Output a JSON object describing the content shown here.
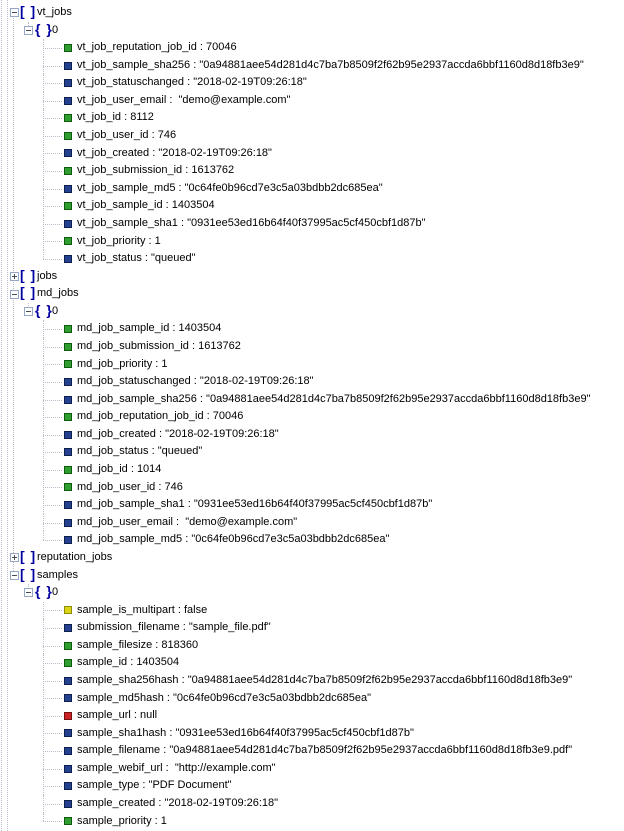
{
  "ui": {
    "separator": " : "
  },
  "icons": {
    "array": "[ ]",
    "object": "{ }"
  },
  "colors": {
    "number_square": "#2e9e2e",
    "string_square": "#24418f",
    "boolean_square": "#d9d414",
    "null_square": "#cc2424",
    "bracket": "#0000a0",
    "guide_line": "#b9bfca"
  },
  "tree": [
    {
      "kind": "array",
      "label": "vt_jobs",
      "expanded": true,
      "children": [
        {
          "kind": "object",
          "label": "0",
          "expanded": true,
          "children": [
            {
              "type": "number",
              "key": "vt_job_reputation_job_id",
              "display": "70046"
            },
            {
              "type": "string",
              "key": "vt_job_sample_sha256",
              "display": "\"0a94881aee54d281d4c7ba7b8509f2f62b95e2937accda6bbf1160d8d18fb3e9\""
            },
            {
              "type": "string",
              "key": "vt_job_statuschanged",
              "display": "\"2018-02-19T09:26:18\""
            },
            {
              "type": "string",
              "key": "vt_job_user_email",
              "display": " \"demo@example.com\""
            },
            {
              "type": "number",
              "key": "vt_job_id",
              "display": "8112"
            },
            {
              "type": "number",
              "key": "vt_job_user_id",
              "display": "746"
            },
            {
              "type": "string",
              "key": "vt_job_created",
              "display": "\"2018-02-19T09:26:18\""
            },
            {
              "type": "number",
              "key": "vt_job_submission_id",
              "display": "1613762"
            },
            {
              "type": "string",
              "key": "vt_job_sample_md5",
              "display": "\"0c64fe0b96cd7e3c5a03bdbb2dc685ea\""
            },
            {
              "type": "number",
              "key": "vt_job_sample_id",
              "display": "1403504"
            },
            {
              "type": "string",
              "key": "vt_job_sample_sha1",
              "display": "\"0931ee53ed16b64f40f37995ac5cf450cbf1d87b\""
            },
            {
              "type": "number",
              "key": "vt_job_priority",
              "display": "1"
            },
            {
              "type": "string",
              "key": "vt_job_status",
              "display": "\"queued\""
            }
          ]
        }
      ]
    },
    {
      "kind": "array",
      "label": "jobs",
      "expanded": false,
      "children": []
    },
    {
      "kind": "array",
      "label": "md_jobs",
      "expanded": true,
      "children": [
        {
          "kind": "object",
          "label": "0",
          "expanded": true,
          "children": [
            {
              "type": "number",
              "key": "md_job_sample_id",
              "display": "1403504"
            },
            {
              "type": "number",
              "key": "md_job_submission_id",
              "display": "1613762"
            },
            {
              "type": "number",
              "key": "md_job_priority",
              "display": "1"
            },
            {
              "type": "string",
              "key": "md_job_statuschanged",
              "display": "\"2018-02-19T09:26:18\""
            },
            {
              "type": "string",
              "key": "md_job_sample_sha256",
              "display": "\"0a94881aee54d281d4c7ba7b8509f2f62b95e2937accda6bbf1160d8d18fb3e9\""
            },
            {
              "type": "number",
              "key": "md_job_reputation_job_id",
              "display": "70046"
            },
            {
              "type": "string",
              "key": "md_job_created",
              "display": "\"2018-02-19T09:26:18\""
            },
            {
              "type": "string",
              "key": "md_job_status",
              "display": "\"queued\""
            },
            {
              "type": "number",
              "key": "md_job_id",
              "display": "1014"
            },
            {
              "type": "number",
              "key": "md_job_user_id",
              "display": "746"
            },
            {
              "type": "string",
              "key": "md_job_sample_sha1",
              "display": "\"0931ee53ed16b64f40f37995ac5cf450cbf1d87b\""
            },
            {
              "type": "string",
              "key": "md_job_user_email",
              "display": " \"demo@example.com\""
            },
            {
              "type": "string",
              "key": "md_job_sample_md5",
              "display": "\"0c64fe0b96cd7e3c5a03bdbb2dc685ea\""
            }
          ]
        }
      ]
    },
    {
      "kind": "array",
      "label": "reputation_jobs",
      "expanded": false,
      "children": []
    },
    {
      "kind": "array",
      "label": "samples",
      "expanded": true,
      "children": [
        {
          "kind": "object",
          "label": "0",
          "expanded": true,
          "children": [
            {
              "type": "boolean",
              "key": "sample_is_multipart",
              "display": "false"
            },
            {
              "type": "string",
              "key": "submission_filename",
              "display": "\"sample_file.pdf\""
            },
            {
              "type": "number",
              "key": "sample_filesize",
              "display": "818360"
            },
            {
              "type": "number",
              "key": "sample_id",
              "display": "1403504"
            },
            {
              "type": "string",
              "key": "sample_sha256hash",
              "display": "\"0a94881aee54d281d4c7ba7b8509f2f62b95e2937accda6bbf1160d8d18fb3e9\""
            },
            {
              "type": "string",
              "key": "sample_md5hash",
              "display": "\"0c64fe0b96cd7e3c5a03bdbb2dc685ea\""
            },
            {
              "type": "null",
              "key": "sample_url",
              "display": "null"
            },
            {
              "type": "string",
              "key": "sample_sha1hash",
              "display": "\"0931ee53ed16b64f40f37995ac5cf450cbf1d87b\""
            },
            {
              "type": "string",
              "key": "sample_filename",
              "display": "\"0a94881aee54d281d4c7ba7b8509f2f62b95e2937accda6bbf1160d8d18fb3e9.pdf\""
            },
            {
              "type": "string",
              "key": "sample_webif_url",
              "display": " \"http://example.com\""
            },
            {
              "type": "string",
              "key": "sample_type",
              "display": "\"PDF Document\""
            },
            {
              "type": "string",
              "key": "sample_created",
              "display": "\"2018-02-19T09:26:18\""
            },
            {
              "type": "number",
              "key": "sample_priority",
              "display": "1"
            }
          ]
        }
      ]
    }
  ]
}
